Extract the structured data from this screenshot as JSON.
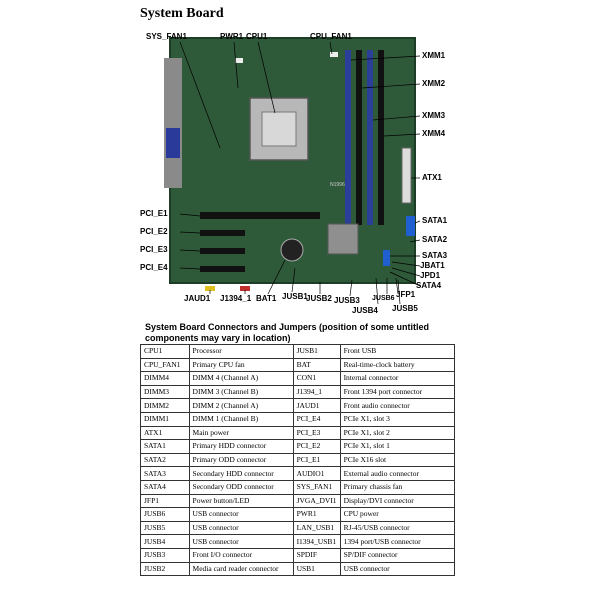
{
  "title": "System Board",
  "callouts": {
    "sys_fan1": "SYS_FAN1",
    "pwr1": "PWR1",
    "cpu1": "CPU1",
    "cpu_fan1": "CPU_FAN1",
    "xmm1": "XMM1",
    "xmm2": "XMM2",
    "xmm3": "XMM3",
    "xmm4": "XMM4",
    "atx1": "ATX1",
    "sata1": "SATA1",
    "sata2": "SATA2",
    "sata3": "SATA3",
    "jbat1": "JBAT1",
    "jpd1": "JPD1",
    "sata4": "SATA4",
    "pci_e1": "PCI_E1",
    "pci_e2": "PCI_E2",
    "pci_e3": "PCI_E3",
    "pci_e4": "PCI_E4",
    "jaud1": "JAUD1",
    "j1394_1": "J1394_1",
    "bat1": "BAT1",
    "jusb1": "JUSB1",
    "jusb2": "JUSB2",
    "jusb3": "JUSB3",
    "jusb4": "JUSB4",
    "jusb6": "JUSB6",
    "jfp1": "JFP1",
    "jusb5": "JUSB5",
    "board_marking": "N1996"
  },
  "table_caption": "System Board Connectors and Jumpers (position of some untitled components may vary in location)",
  "table_rows": [
    [
      "CPU1",
      "Processor",
      "JUSB1",
      "Front USB"
    ],
    [
      "CPU_FAN1",
      "Primary CPU fan",
      "BAT",
      "Real-time-clock battery"
    ],
    [
      "DIMM4",
      "DIMM 4 (Channel A)",
      "CON1",
      "Internal connector"
    ],
    [
      "DIMM3",
      "DIMM 3 (Channel B)",
      "J1394_1",
      "Front 1394 port connector"
    ],
    [
      "DIMM2",
      "DIMM 2 (Channel A)",
      "JAUD1",
      "Front audio connector"
    ],
    [
      "DIMM1",
      "DIMM 1 (Channel B)",
      "PCI_E4",
      "PCIe X1, slot 3"
    ],
    [
      "ATX1",
      "Main power",
      "PCI_E3",
      "PCIe X1, slot 2"
    ],
    [
      "SATA1",
      "Primary HDD connector",
      "PCI_E2",
      "PCIe X1, slot 1"
    ],
    [
      "SATA2",
      "Primary ODD connector",
      "PCI_E1",
      "PCIe X16 slot"
    ],
    [
      "SATA3",
      "Secondary HDD connector",
      "AUDIO1",
      "External audio connector"
    ],
    [
      "SATA4",
      "Secondary ODD connector",
      "SYS_FAN1",
      "Primary chassis fan"
    ],
    [
      "JFP1",
      "Power button/LED",
      "JVGA_DVI1",
      "Display/DVI connector"
    ],
    [
      "JUSB6",
      "USB connector",
      "PWR1",
      "CPU power"
    ],
    [
      "JUSB5",
      "USB connector",
      "LAN_USB1",
      "RJ-45/USB connector"
    ],
    [
      "JUSB4",
      "USB connector",
      "I1394_USB1",
      "1394 port/USB connector"
    ],
    [
      "JUSB3",
      "Front I/O connector",
      "SPDIF",
      "SP/DIF connector"
    ],
    [
      "JUSB2",
      "Media card reader connector",
      "USB1",
      "USB connector"
    ]
  ],
  "colors": {
    "pcb": "#2f5a3a",
    "pcb_dark": "#1d3d27",
    "dimm_blue": "#2b3f9a",
    "sata_blue": "#1f5fd0",
    "socket": "#b8b8b8"
  }
}
